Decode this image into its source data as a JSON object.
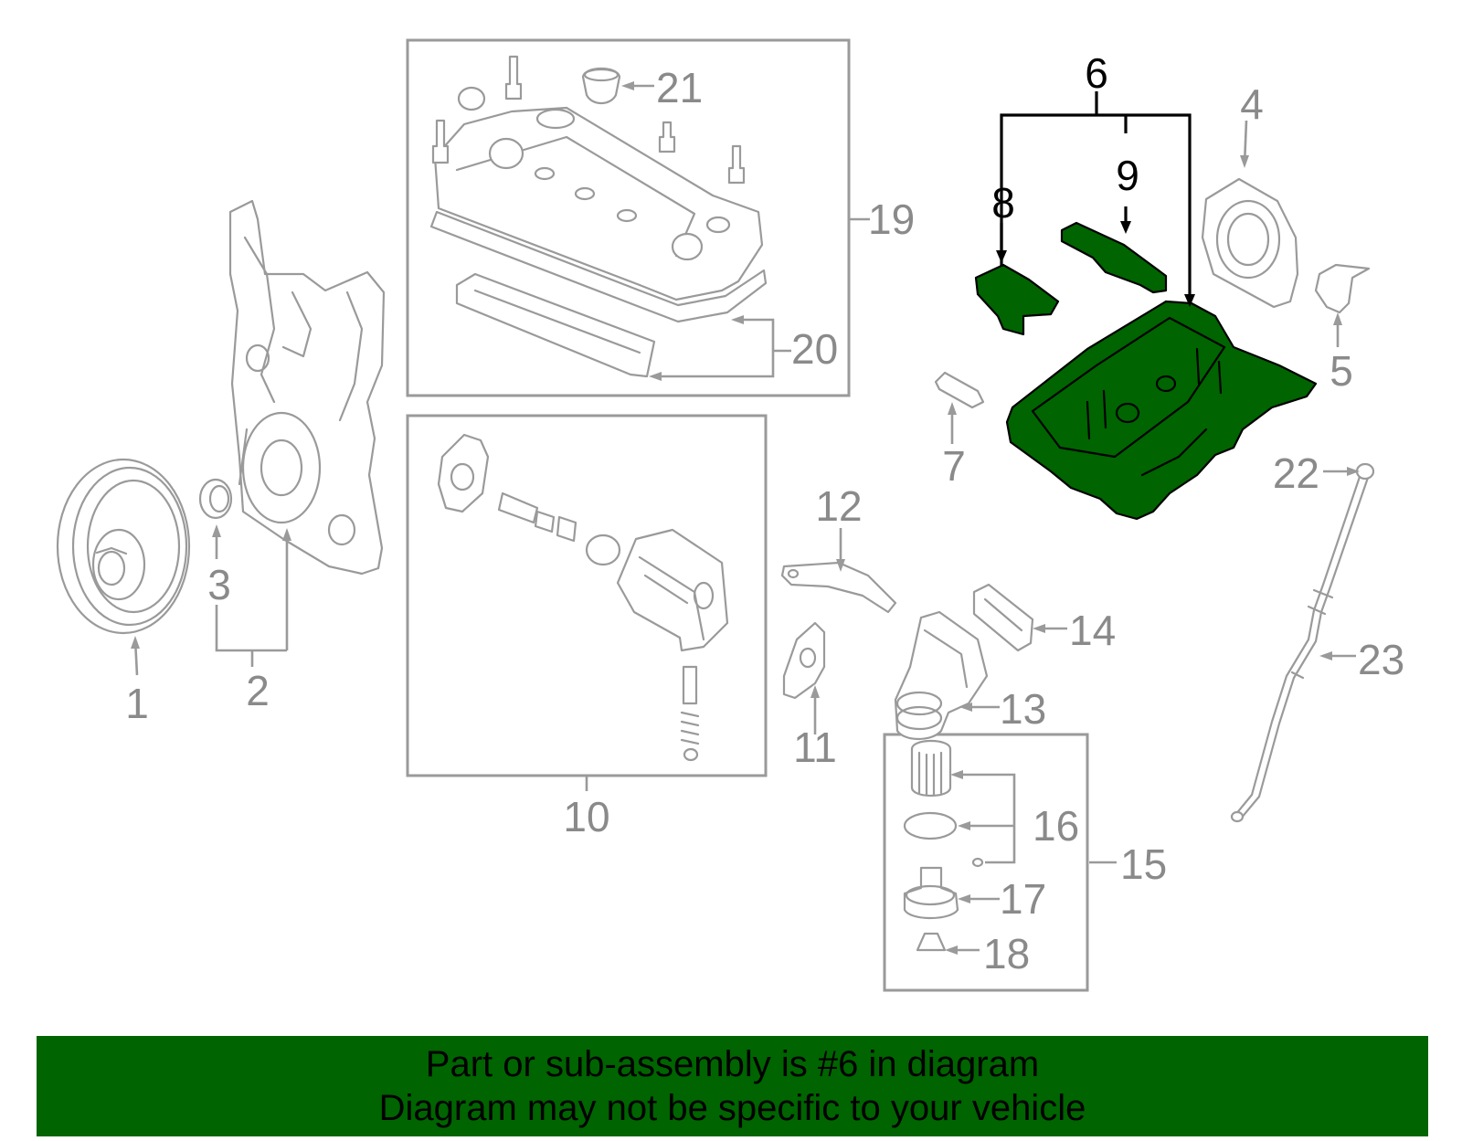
{
  "colors": {
    "highlight": "#006400",
    "line": "#9a9a9a",
    "banner_bg": "#006400",
    "banner_text": "#000000"
  },
  "callouts": {
    "c1": "1",
    "c2": "2",
    "c3": "3",
    "c4": "4",
    "c5": "5",
    "c6": "6",
    "c7": "7",
    "c8": "8",
    "c9": "9",
    "c10": "10",
    "c11": "11",
    "c12": "12",
    "c13": "13",
    "c14": "14",
    "c15": "15",
    "c16": "16",
    "c17": "17",
    "c18": "18",
    "c19": "19",
    "c20": "20",
    "c21": "21",
    "c22": "22",
    "c23": "23"
  },
  "banner": {
    "line1": "Part or sub-assembly is #6 in diagram",
    "line2": "Diagram may not be specific to your vehicle"
  }
}
